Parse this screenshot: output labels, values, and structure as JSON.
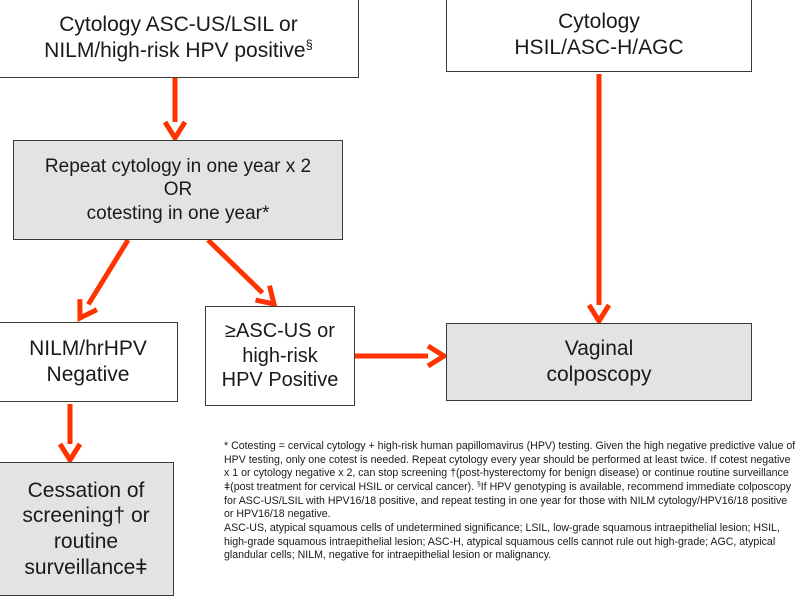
{
  "colors": {
    "arrow": "#ff3300",
    "box_gray": "#e3e3e3",
    "border": "#3a3a3a"
  },
  "boxes": {
    "cyto_low": {
      "lines": [
        "Cytology ASC-US/LSIL or",
        "NILM/high-risk HPV positive"
      ],
      "mark": "§"
    },
    "cyto_high": {
      "lines": [
        "Cytology",
        "HSIL/ASC-H/AGC"
      ]
    },
    "repeat": {
      "lines": [
        "Repeat cytology in one year x 2",
        "OR",
        "cotesting in one year*"
      ]
    },
    "nilm": {
      "lines": [
        "NILM/hrHPV",
        "Negative"
      ]
    },
    "ascus": {
      "lines": [
        "≥ASC-US or",
        "high-risk",
        "HPV Positive"
      ]
    },
    "colpo": {
      "lines": [
        "Vaginal",
        "colposcopy"
      ]
    },
    "cessation": {
      "lines": [
        "Cessation of",
        "screening† or",
        "routine",
        "surveillanceǂ"
      ]
    }
  },
  "notes": {
    "cotesting": "* Cotesting = cervical cytology + high-risk human papillomavirus (HPV) testing. Given the high negative predictive value of HPV testing, only one cotest is needed.  Repeat cytology every year should be performed at least twice.  If cotest negative x 1 or cytology negative x 2, can stop screening †(post-hysterectomy for benign disease) or continue routine surveillance ǂ(post treatment for cervical HSIL or cervical cancer).",
    "genotyping_mark": "§",
    "genotyping": "If HPV genotyping is available, recommend immediate colposcopy for ASC-US/LSIL with HPV16/18 positive, and repeat testing in one year for those with NILM cytology/HPV16/18 positive or HPV16/18 negative.",
    "abbreviations": "ASC-US, atypical squamous cells of undetermined significance; LSIL, low-grade squamous intraepithelial lesion; HSIL, high-grade squamous intraepithelial lesion; ASC-H, atypical squamous cells cannot rule out high-grade; AGC, atypical glandular cells; NILM, negative for intraepithelial lesion or malignancy."
  }
}
